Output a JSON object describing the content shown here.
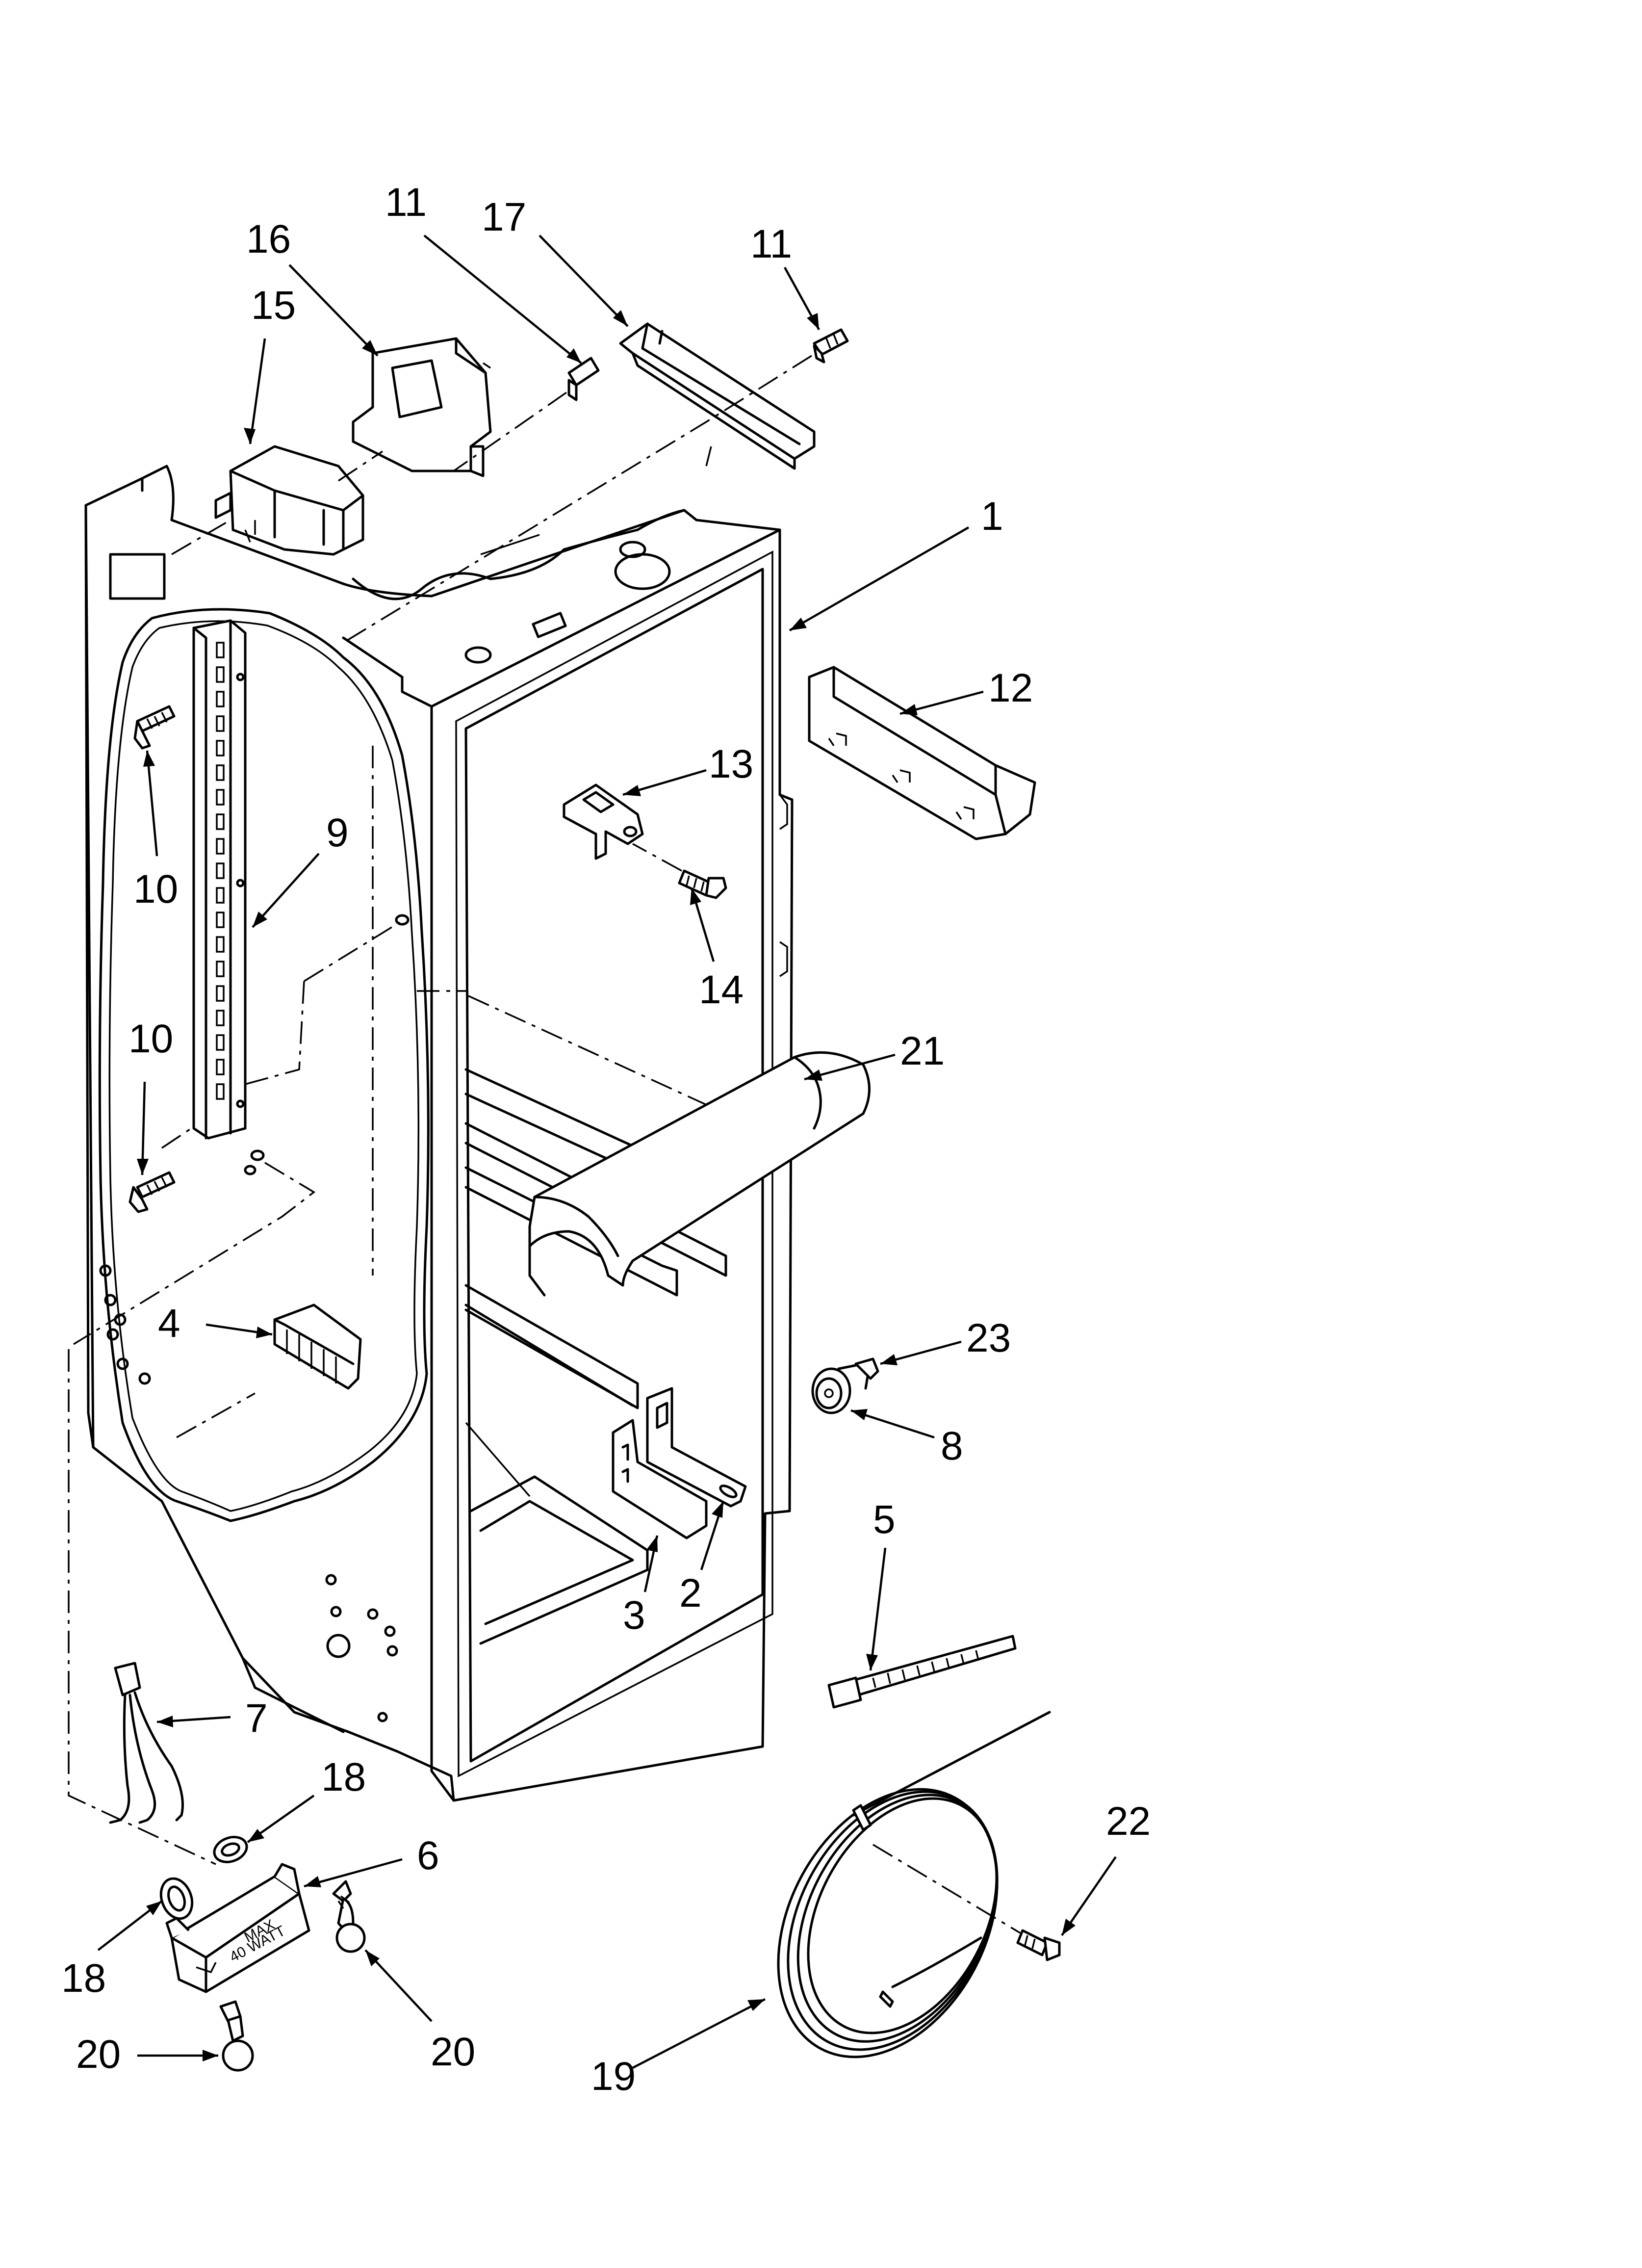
{
  "callouts": [
    {
      "id": "c1",
      "label": "1"
    },
    {
      "id": "c2",
      "label": "2"
    },
    {
      "id": "c3",
      "label": "3"
    },
    {
      "id": "c4",
      "label": "4"
    },
    {
      "id": "c5",
      "label": "5"
    },
    {
      "id": "c6",
      "label": "6"
    },
    {
      "id": "c7",
      "label": "7"
    },
    {
      "id": "c8",
      "label": "8"
    },
    {
      "id": "c9",
      "label": "9"
    },
    {
      "id": "c10a",
      "label": "10"
    },
    {
      "id": "c10b",
      "label": "10"
    },
    {
      "id": "c11a",
      "label": "11"
    },
    {
      "id": "c11b",
      "label": "11"
    },
    {
      "id": "c12",
      "label": "12"
    },
    {
      "id": "c13",
      "label": "13"
    },
    {
      "id": "c14",
      "label": "14"
    },
    {
      "id": "c15",
      "label": "15"
    },
    {
      "id": "c16",
      "label": "16"
    },
    {
      "id": "c17",
      "label": "17"
    },
    {
      "id": "c18a",
      "label": "18"
    },
    {
      "id": "c18b",
      "label": "18"
    },
    {
      "id": "c19",
      "label": "19"
    },
    {
      "id": "c20a",
      "label": "20"
    },
    {
      "id": "c20b",
      "label": "20"
    },
    {
      "id": "c21",
      "label": "21"
    },
    {
      "id": "c22",
      "label": "22"
    },
    {
      "id": "c23",
      "label": "23"
    }
  ],
  "light_housing_text": {
    "line1": "MAX",
    "line2": "40 WATT"
  }
}
